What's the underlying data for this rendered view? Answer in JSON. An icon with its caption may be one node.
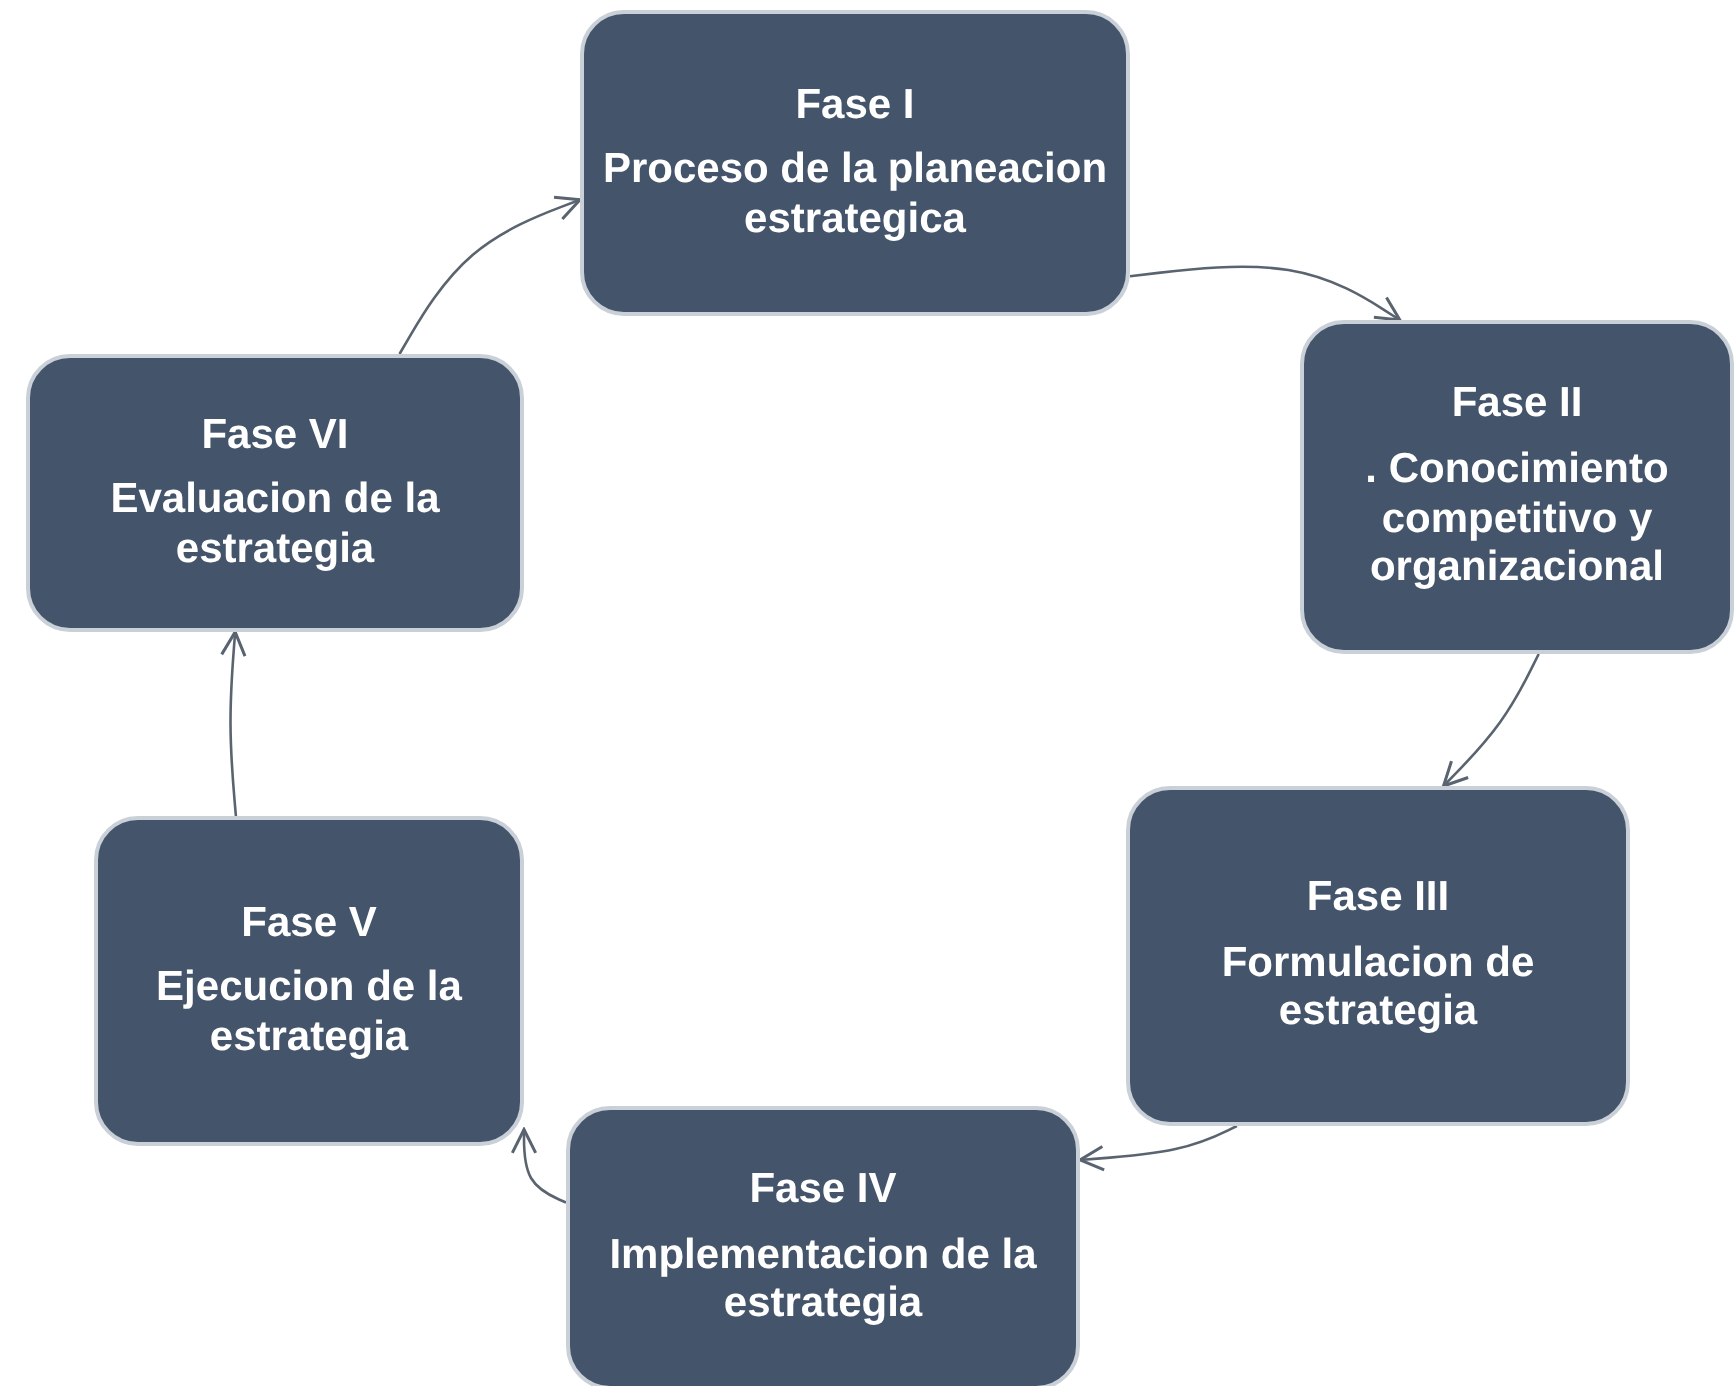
{
  "diagram": {
    "nodes": [
      {
        "text": [
          "Fase I",
          "Proceso de la planeacion estrategica"
        ]
      },
      {
        "text": [
          "Fase II",
          ". Conocimiento competitivo y organizacional"
        ]
      },
      {
        "text": [
          "Fase III",
          "Formulacion de estrategia"
        ]
      },
      {
        "text": [
          "Fase IV",
          "Implementacion de la estrategia"
        ]
      },
      {
        "text": [
          "Fase V",
          "Ejecucion de la estrategia"
        ]
      },
      {
        "text": [
          "Fase VI",
          "Evaluacion de la estrategia"
        ]
      }
    ],
    "edges": [
      {
        "from": 0,
        "to": 1,
        "arrow": "to"
      },
      {
        "from": 1,
        "to": 2,
        "arrow": "to"
      },
      {
        "from": 2,
        "to": 3,
        "arrow": "to"
      },
      {
        "from": 3,
        "to": 4,
        "arrow": "to"
      },
      {
        "from": 4,
        "to": 5,
        "arrow": "to"
      },
      {
        "from": 5,
        "to": 0,
        "arrow": "to"
      }
    ]
  }
}
